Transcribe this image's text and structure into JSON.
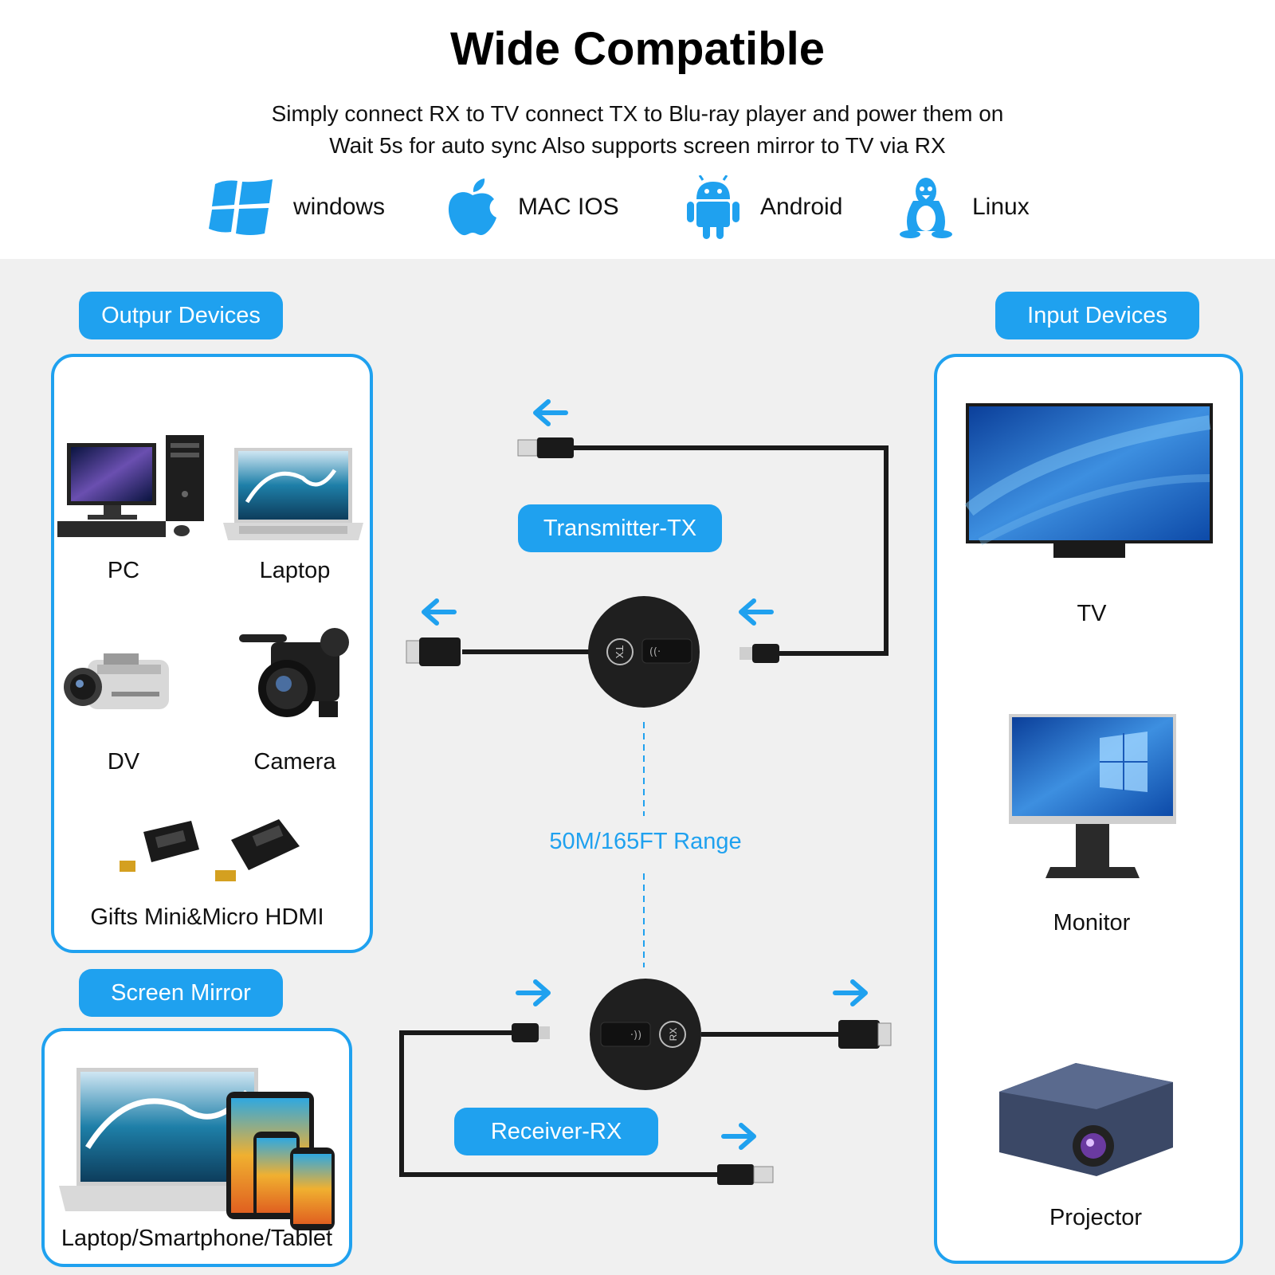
{
  "header": {
    "title": "Wide Compatible",
    "line1": "Simply connect RX to TV connect TX to Blu-ray player and power them on",
    "line2": "Wait 5s for auto sync Also supports screen mirror to TV via RX"
  },
  "os": [
    {
      "label": "windows",
      "icon": "windows-icon"
    },
    {
      "label": "MAC IOS",
      "icon": "apple-icon"
    },
    {
      "label": "Android",
      "icon": "android-icon"
    },
    {
      "label": "Linux",
      "icon": "linux-icon"
    }
  ],
  "output": {
    "heading": "Outpur Devices",
    "devices": [
      "PC",
      "Laptop",
      "DV",
      "Camera",
      "Gifts Mini&Micro HDMI"
    ]
  },
  "mirror": {
    "heading": "Screen Mirror",
    "devices": [
      "Laptop/Smartphone/Tablet"
    ]
  },
  "input": {
    "heading": "Input Devices",
    "devices": [
      "TV",
      "Monitor",
      "Projector"
    ]
  },
  "center": {
    "tx_label": "Transmitter-TX",
    "rx_label": "Receiver-RX",
    "range": "50M/165FT Range",
    "tx_badge": "TX",
    "rx_badge": "RX"
  },
  "colors": {
    "accent": "#1fa1ef",
    "cable": "#1a1a1a",
    "panel_bg": "#f0f0f0"
  }
}
